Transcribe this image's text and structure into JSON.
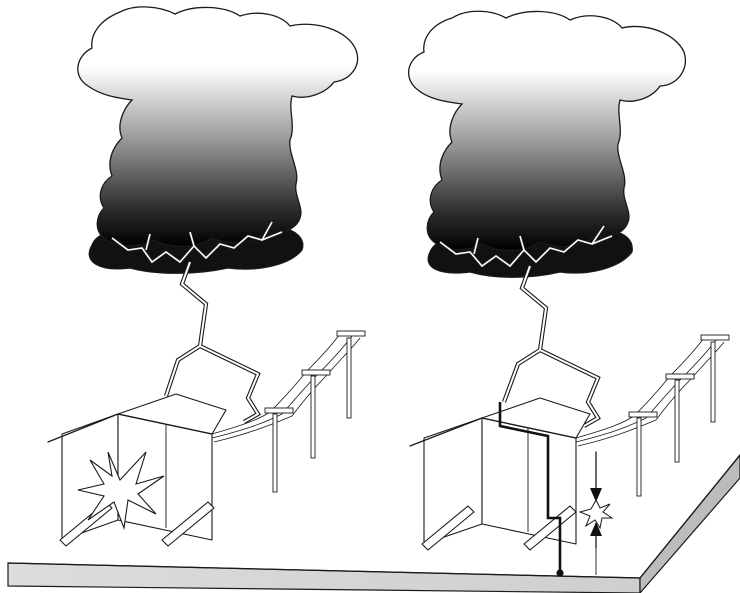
{
  "figure": {
    "panels": [
      {
        "id": "left",
        "scenario": "direct-strike-no-protection"
      },
      {
        "id": "right",
        "scenario": "strike-with-grounded-conductor"
      }
    ],
    "colors": {
      "outline": "#1a1a1a",
      "cloud_top": "#ffffff",
      "cloud_bottom": "#000000",
      "ground_fill": "#d8d8d8",
      "background": "#ffffff"
    }
  }
}
